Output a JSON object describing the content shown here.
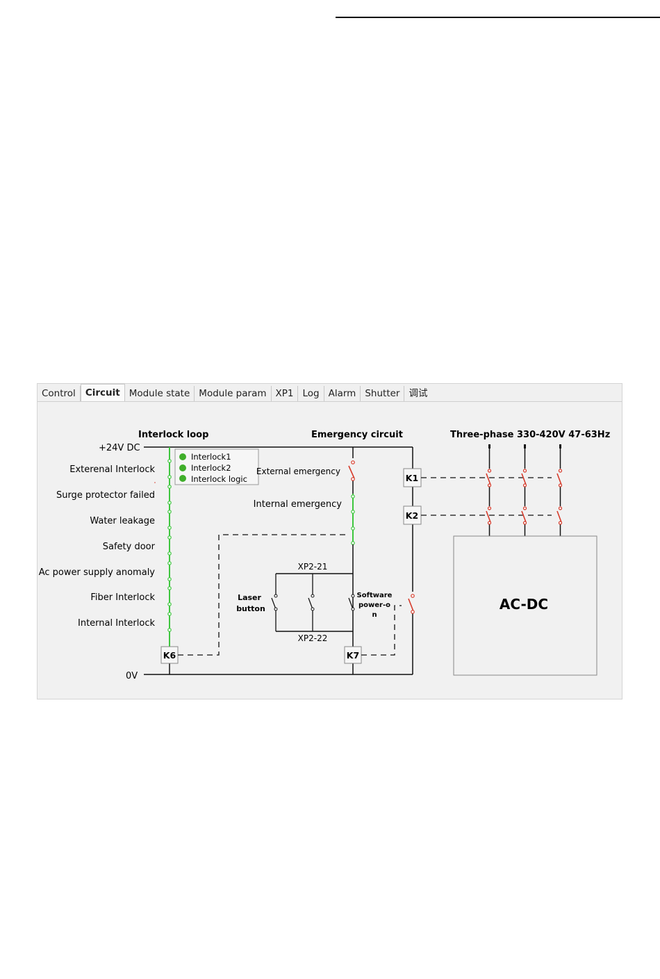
{
  "tabs": [
    "Control",
    "Circuit",
    "Module state",
    "Module param",
    "XP1",
    "Log",
    "Alarm",
    "Shutter",
    "调试"
  ],
  "active_tab": "Circuit",
  "headings": {
    "interlock_loop": "Interlock loop",
    "emergency_circuit": "Emergency circuit",
    "three_phase": "Three-phase 330-420V 47-63Hz"
  },
  "rails": {
    "top": "+24V DC",
    "bottom": "0V"
  },
  "interlock_items": [
    "Exterenal Interlock",
    "Surge protector failed",
    "Water leakage",
    "Safety door",
    "Ac power supply anomaly",
    "Fiber Interlock",
    "Internal Interlock"
  ],
  "legend": [
    "Interlock1",
    "Interlock2",
    "Interlock logic"
  ],
  "emergency": {
    "external": "External emergency",
    "internal": "Internal emergency"
  },
  "connectors": {
    "top": "XP2-21",
    "bottom": "XP2-22"
  },
  "laser_button": [
    "Laser",
    "button"
  ],
  "software_power_on": [
    "Software",
    "power-o",
    "n"
  ],
  "relays": {
    "k1": "K1",
    "k2": "K2",
    "k6": "K6",
    "k7": "K7"
  },
  "ac_dc": "AC-DC",
  "colors": {
    "ok_line": "#3ec63e",
    "open_switch": "#d63a2a",
    "wire": "#111111"
  }
}
